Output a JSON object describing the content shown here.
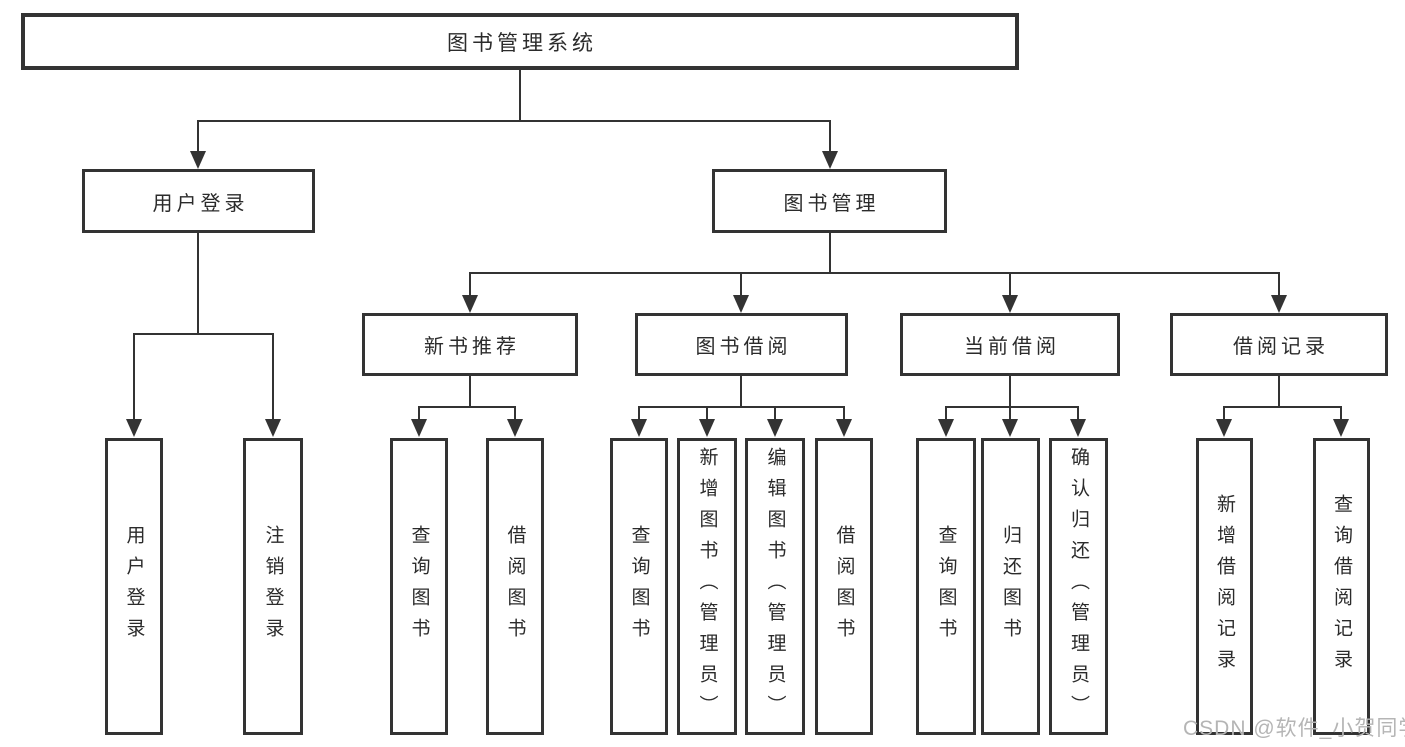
{
  "colors": {
    "line": "#333333",
    "text": "#2b2b2b",
    "watermark": "#b5b5b5",
    "background": "#ffffff"
  },
  "tree": {
    "root": {
      "label": "图书管理系统"
    },
    "branches": [
      {
        "label": "用户登录",
        "children": [
          {
            "label": "用户登录"
          },
          {
            "label": "注销登录"
          }
        ]
      },
      {
        "label": "图书管理",
        "groups": [
          {
            "label": "新书推荐",
            "children": [
              {
                "label": "查询图书"
              },
              {
                "label": "借阅图书"
              }
            ]
          },
          {
            "label": "图书借阅",
            "children": [
              {
                "label": "查询图书"
              },
              {
                "label": "新增图书（管理员）"
              },
              {
                "label": "编辑图书（管理员）"
              },
              {
                "label": "借阅图书"
              }
            ]
          },
          {
            "label": "当前借阅",
            "children": [
              {
                "label": "查询图书"
              },
              {
                "label": "归还图书"
              },
              {
                "label": "确认归还（管理员）"
              }
            ]
          },
          {
            "label": "借阅记录",
            "children": [
              {
                "label": "新增借阅记录"
              },
              {
                "label": "查询借阅记录"
              }
            ]
          }
        ]
      }
    ]
  },
  "watermark": {
    "text": "CSDN @软件_小贺同学"
  }
}
